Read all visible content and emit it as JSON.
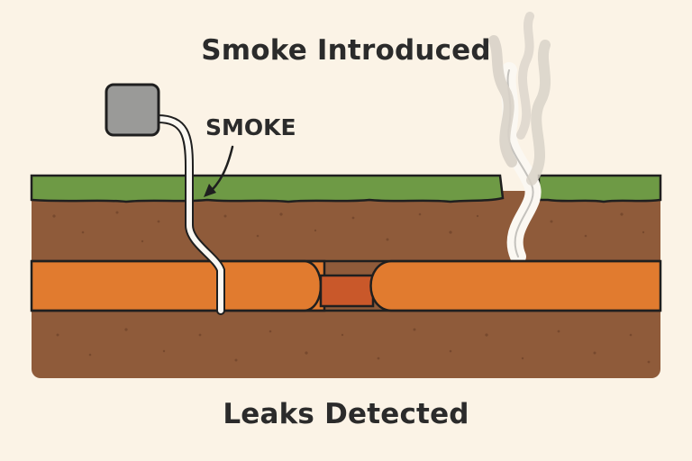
{
  "diagram": {
    "title_top": "Smoke Introduced",
    "title_bottom": "Leaks Detected",
    "smoke_label": "SMOKE"
  },
  "colors": {
    "background": "#fbf3e6",
    "grass": "#6e9a45",
    "soil": "#8f5b3a",
    "soil_speck": "#6f432a",
    "pipe": "#e17b2f",
    "pipe_gap": "#c9582a",
    "smoke_machine": "#9a9a98",
    "smoke_hose": "#fbf8f2",
    "smoke_plume": "#d8d2c8",
    "outline": "#1f1f1f"
  },
  "icons": {
    "smoke_machine": "smoke-machine-icon",
    "arrow": "curved-arrow-icon"
  }
}
